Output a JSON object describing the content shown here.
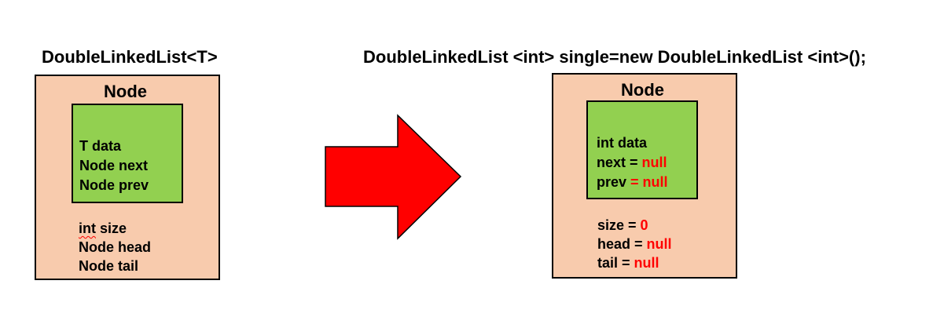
{
  "left": {
    "title": "DoubleLinkedList<T>",
    "node_heading": "Node",
    "inner_lines": [
      "T data",
      "Node next",
      "Node prev"
    ],
    "outer_lines": [
      {
        "word": "int",
        "rest": " size"
      },
      {
        "word": "Node",
        "rest": " head"
      },
      {
        "word": "Node",
        "rest": " tail"
      }
    ]
  },
  "right": {
    "title": "DoubleLinkedList <int> single=new DoubleLinkedList <int>();",
    "node_heading": "Node",
    "inner_lines": [
      {
        "label": "int data",
        "value": ""
      },
      {
        "label": "next = ",
        "value": "null"
      },
      {
        "label": "prev ",
        "value": "= null"
      }
    ],
    "outer_lines": [
      {
        "label": "size = ",
        "value": "0"
      },
      {
        "label": "head = ",
        "value": "null"
      },
      {
        "label": "tail = ",
        "value": "null"
      }
    ]
  },
  "colors": {
    "outer_box": "#f8cbad",
    "inner_box": "#92d050",
    "arrow": "#ff0000",
    "value_text": "#ff0000"
  },
  "icons": {
    "transform_arrow": "right-arrow-icon"
  }
}
